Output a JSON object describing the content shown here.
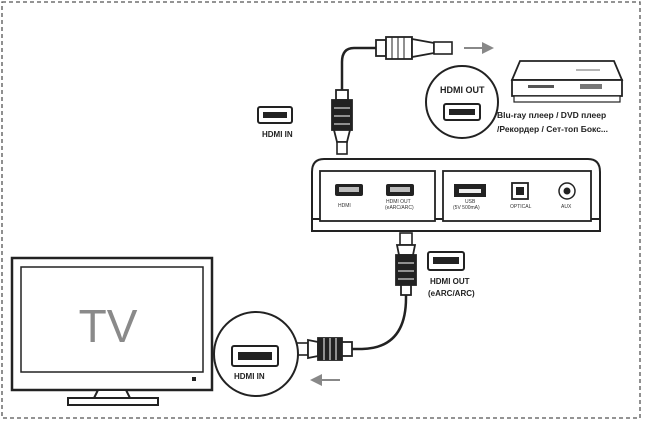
{
  "tv": {
    "screen_label": "TV"
  },
  "labels": {
    "hdmi_in_top": "HDMI IN",
    "hdmi_out_player": "HDMI OUT",
    "player_line1": "Blu-ray плеер / DVD плеер",
    "player_line2": "/Рекордер / Сет-топ Бокс...",
    "hdmi_out_earc": "HDMI OUT",
    "earc": "(eARC/ARC)",
    "hdmi_in_tv": "HDMI IN"
  },
  "soundbar_ports": {
    "hdmi": "HDMI",
    "hdmi_out": "HDMI OUT",
    "hdmi_out_sub": "(eARC/ARC)",
    "usb": "USB",
    "usb_sub": "(5V 500mA)",
    "optical": "OPTICAL",
    "aux": "AUX"
  },
  "colors": {
    "line": "#222222",
    "border_dash": "#555555",
    "panel_gray": "#9a9a9a",
    "tv_text": "#8a8a8a"
  }
}
